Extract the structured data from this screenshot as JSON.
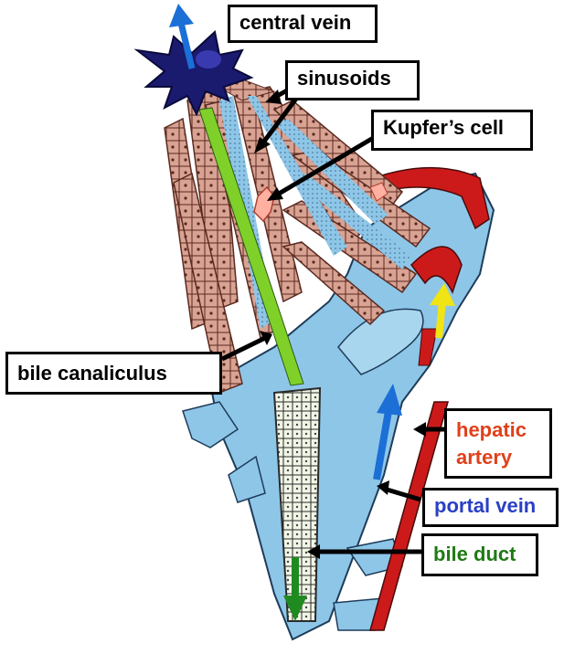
{
  "labels": {
    "central_vein": "central vein",
    "sinusoids": "sinusoids",
    "kupffer_cell": "Kupfer’s cell",
    "bile_canaliculus": "bile canaliculus",
    "hepatic_artery": "hepatic artery",
    "portal_vein": "portal vein",
    "bile_duct": "bile duct"
  },
  "colors": {
    "central_vein_label": "#000000",
    "sinusoids_label": "#000000",
    "kupffer_label": "#000000",
    "bile_canaliculus_label": "#000000",
    "hepatic_artery_label": "#e0401a",
    "portal_vein_label": "#2a3fc4",
    "bile_duct_label": "#1f7a14",
    "hepatocyte": "#d9a393",
    "sinusoid_blue": "#8ec6e8",
    "central_vein_fill": "#1a1a6e",
    "artery_red": "#cc1a1a",
    "bile_green": "#7fd12a",
    "blue_arrow": "#1b6fd6",
    "yellow_arrow": "#f0e414",
    "green_arrow": "#1f8a1f"
  }
}
